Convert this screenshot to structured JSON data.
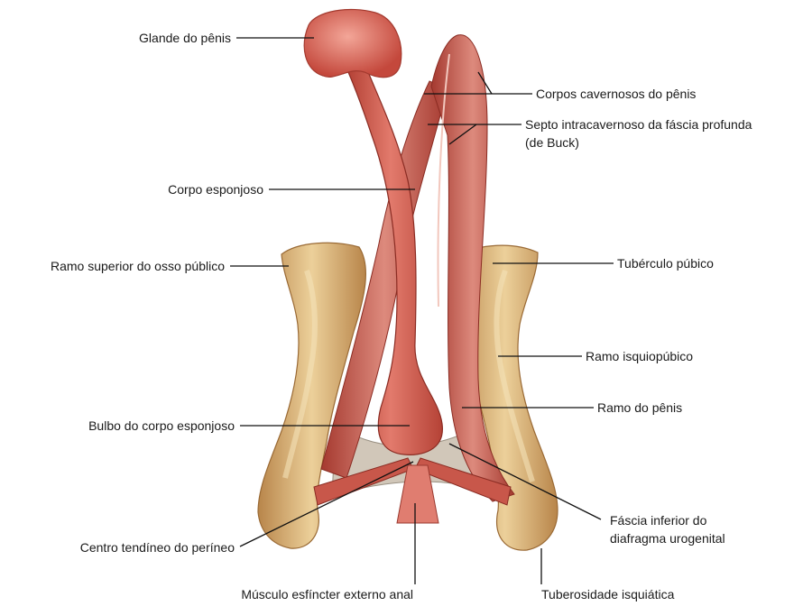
{
  "labels": {
    "glande": "Glande do pênis",
    "corpos_cavernosos": "Corpos cavernosos do pênis",
    "septo_line1": "Septo intracavernoso da fáscia profunda",
    "septo_line2": "(de Buck)",
    "corpo_esponjoso": "Corpo esponjoso",
    "ramo_superior": "Ramo superior do osso público",
    "tuberculo_pubico": "Tubérculo púbico",
    "ramo_isquiopubico": "Ramo isquiopúbico",
    "ramo_penis": "Ramo do pênis",
    "bulbo": "Bulbo do corpo esponjoso",
    "fascia_line1": "Fáscia inferior do",
    "fascia_line2": "diafragma urogenital",
    "centro_tendineo": "Centro tendíneo do períneo",
    "musculo_esfincter": "Músculo esfíncter externo anal",
    "tuberosidade": "Tuberosidade isquiática"
  },
  "colors": {
    "muscle": "#d9665a",
    "muscle_dark": "#a8372d",
    "muscle_light": "#f0a293",
    "bone": "#d8b078",
    "bone_dark": "#a9763a",
    "bone_light": "#f0d8a8",
    "fascia": "#c9bfb0"
  }
}
